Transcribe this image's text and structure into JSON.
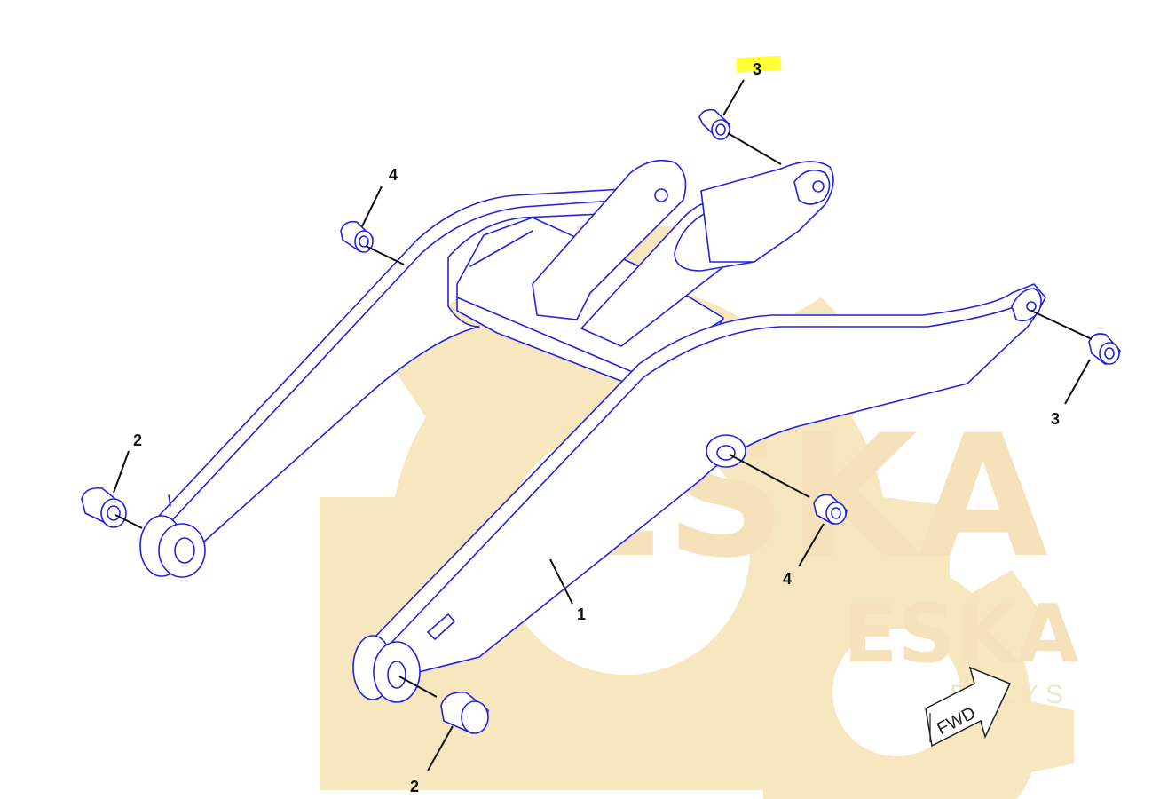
{
  "diagram": {
    "callouts": [
      {
        "id": "callout-3-top",
        "label": "3",
        "highlighted": true
      },
      {
        "id": "callout-4-left",
        "label": "4"
      },
      {
        "id": "callout-2-left",
        "label": "2"
      },
      {
        "id": "callout-3-right",
        "label": "3"
      },
      {
        "id": "callout-4-right",
        "label": "4"
      },
      {
        "id": "callout-1",
        "label": "1"
      },
      {
        "id": "callout-2-bottom",
        "label": "2"
      }
    ],
    "fwd_label": "FWD",
    "highlight_color": "#ffff33",
    "line_color": "#2222dd"
  },
  "watermark": {
    "brand": "ESKA",
    "sub": "DALYS"
  }
}
